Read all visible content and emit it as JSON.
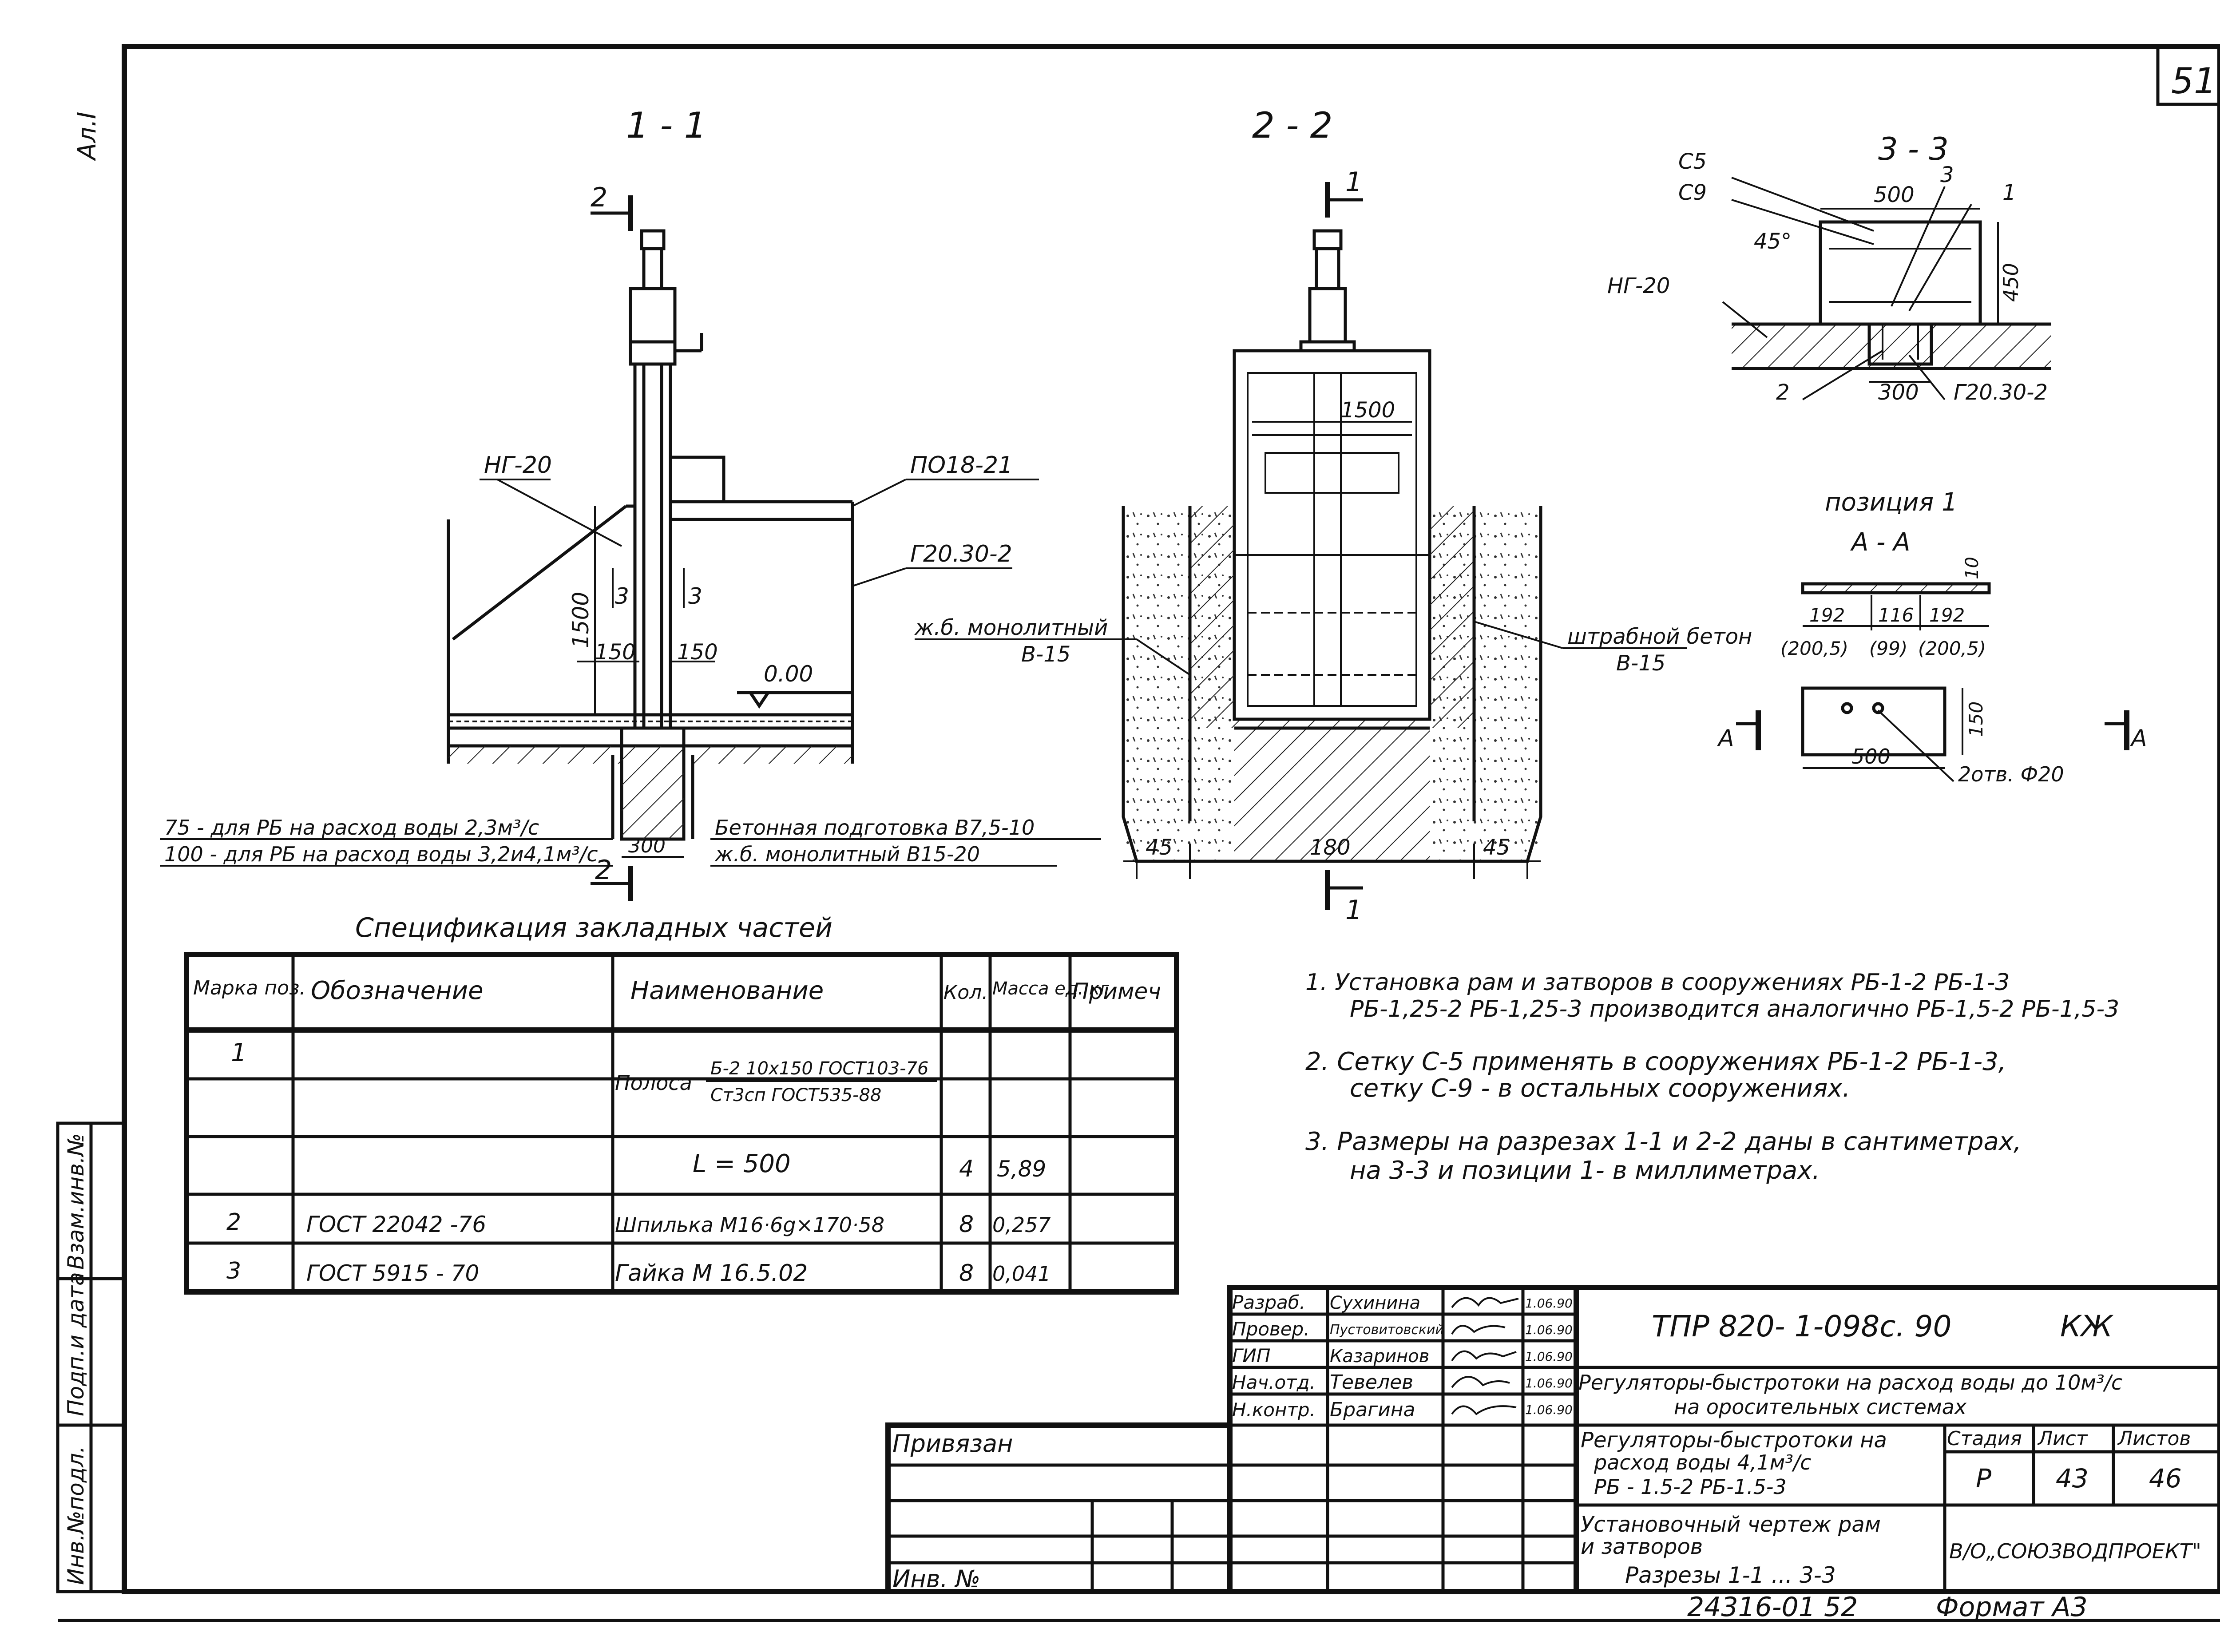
{
  "sheet": {
    "number": "51",
    "corner_label": "Ал.I",
    "bottom_code": "24316-01   52",
    "format": "Формат А3"
  },
  "left_stamp": [
    "Инв.№подл.",
    "Подп.и дата",
    "Взам.инв.№"
  ],
  "section_1_1": {
    "title": "1 - 1",
    "cut_mark": "2",
    "labels": {
      "ng20": "НГ-20",
      "po18": "ПО18-21",
      "g20": "Г20.30-2",
      "h1500": "1500",
      "w150a": "150",
      "w150b": "150",
      "level": "0.00",
      "cut3a": "3",
      "cut3b": "3",
      "w300": "300",
      "note75": "75 - для РБ на расход воды 2,3м³/с",
      "note100": "100 - для РБ на расход воды 3,2и4,1м³/с",
      "betprep": "Бетонная подготовка В7,5-10",
      "monolit": "ж.б. монолитный В15-20"
    }
  },
  "section_2_2": {
    "title": "2 - 2",
    "cut_mark": "1",
    "labels": {
      "w1500": "1500",
      "monolit": "ж.б. монолитный",
      "monolit_class": "В-15",
      "shtrab": "штрабной бетон",
      "shtrab_class": "В-15",
      "d45a": "45",
      "d180": "180",
      "d45b": "45"
    }
  },
  "section_3_3": {
    "title": "3 - 3",
    "labels": {
      "c5": "С5",
      "c9": "С9",
      "angle": "45°",
      "w500": "500",
      "h450": "450",
      "ng20": "НГ-20",
      "p3": "3",
      "p1": "1",
      "p2": "2",
      "w300": "300",
      "g20": "Г20.30-2"
    }
  },
  "position_1": {
    "title": "позиция 1",
    "subtitle": "А - А",
    "dims": [
      "192",
      "116",
      "192"
    ],
    "dims_paren": [
      "(200,5)",
      "(99)",
      "(200,5)"
    ],
    "thk": "10",
    "h150": "150",
    "w500": "500",
    "holes": "2отв. Ф20",
    "cut": "А"
  },
  "spec_table": {
    "title": "Спецификация закладных частей",
    "headers": [
      "Марка поз.",
      "Обозначение",
      "Наименование",
      "Кол.",
      "Масса ед. кг",
      "Примеч"
    ],
    "rows": [
      {
        "pos": "1",
        "designation": "",
        "name_top": "Б-2 10х150 ГОСТ103-76",
        "name_bottom": "Ст3сп ГОСТ535-88",
        "name_prefix": "Полоса",
        "qty": "",
        "mass": "",
        "note": ""
      },
      {
        "pos": "",
        "designation": "",
        "name": "L = 500",
        "qty": "4",
        "mass": "5,89",
        "note": ""
      },
      {
        "pos": "2",
        "designation": "ГОСТ 22042 -76",
        "name": "Шпилька М16·6g×170·58",
        "qty": "8",
        "mass": "0,257",
        "note": ""
      },
      {
        "pos": "3",
        "designation": "ГОСТ 5915 - 70",
        "name": "Гайка  М 16.5.02",
        "qty": "8",
        "mass": "0,041",
        "note": ""
      }
    ]
  },
  "notes": [
    "1.  Установка рам и затворов в сооружениях РБ-1-2 РБ-1-3",
    "РБ-1,25-2  РБ-1,25-3 производится аналогично РБ-1,5-2 РБ-1,5-3",
    "2.  Сетку С-5 применять в сооружениях РБ-1-2  РБ-1-3,",
    "сетку С-9 - в остальных сооружениях.",
    "3.  Размеры на разрезах 1-1 и 2-2 даны в сантиметрах,",
    "на 3-3  и позиции 1- в миллиметрах."
  ],
  "title_block": {
    "roles": [
      "Разраб.",
      "Провер.",
      "ГИП",
      "Нач.отд.",
      "Н.контр."
    ],
    "names": [
      "Сухинина",
      "Пустовитовский",
      "Казаринов",
      "Тевелев",
      "Брагина"
    ],
    "dates": [
      "1.06.90",
      "1.06.90",
      "1.06.90",
      "1.06.90",
      "1.06.90"
    ],
    "code": "ТПР  820-  1-098с. 90",
    "code_suffix": "КЖ",
    "project_title": "Регуляторы-быстротоки на расход воды до 10м³/с",
    "project_title2": "на оросительных системах",
    "subject1": "Регуляторы-быстротоки на",
    "subject2": "расход воды 4,1м³/с",
    "subject3": "РБ - 1.5-2   РБ-1.5-3",
    "stage_label": "Стадия",
    "sheet_label": "Лист",
    "sheets_label": "Листов",
    "stage": "Р",
    "sheet": "43",
    "sheets": "46",
    "drawing1": "Установочный чертеж рам",
    "drawing2": "и   затворов",
    "drawing3": "Разрезы 1-1 ... 3-3",
    "org": "В/О„СОЮЗВОДПРОЕКТ\"",
    "privyazan": "Привязан",
    "inv": "Инв. №"
  }
}
